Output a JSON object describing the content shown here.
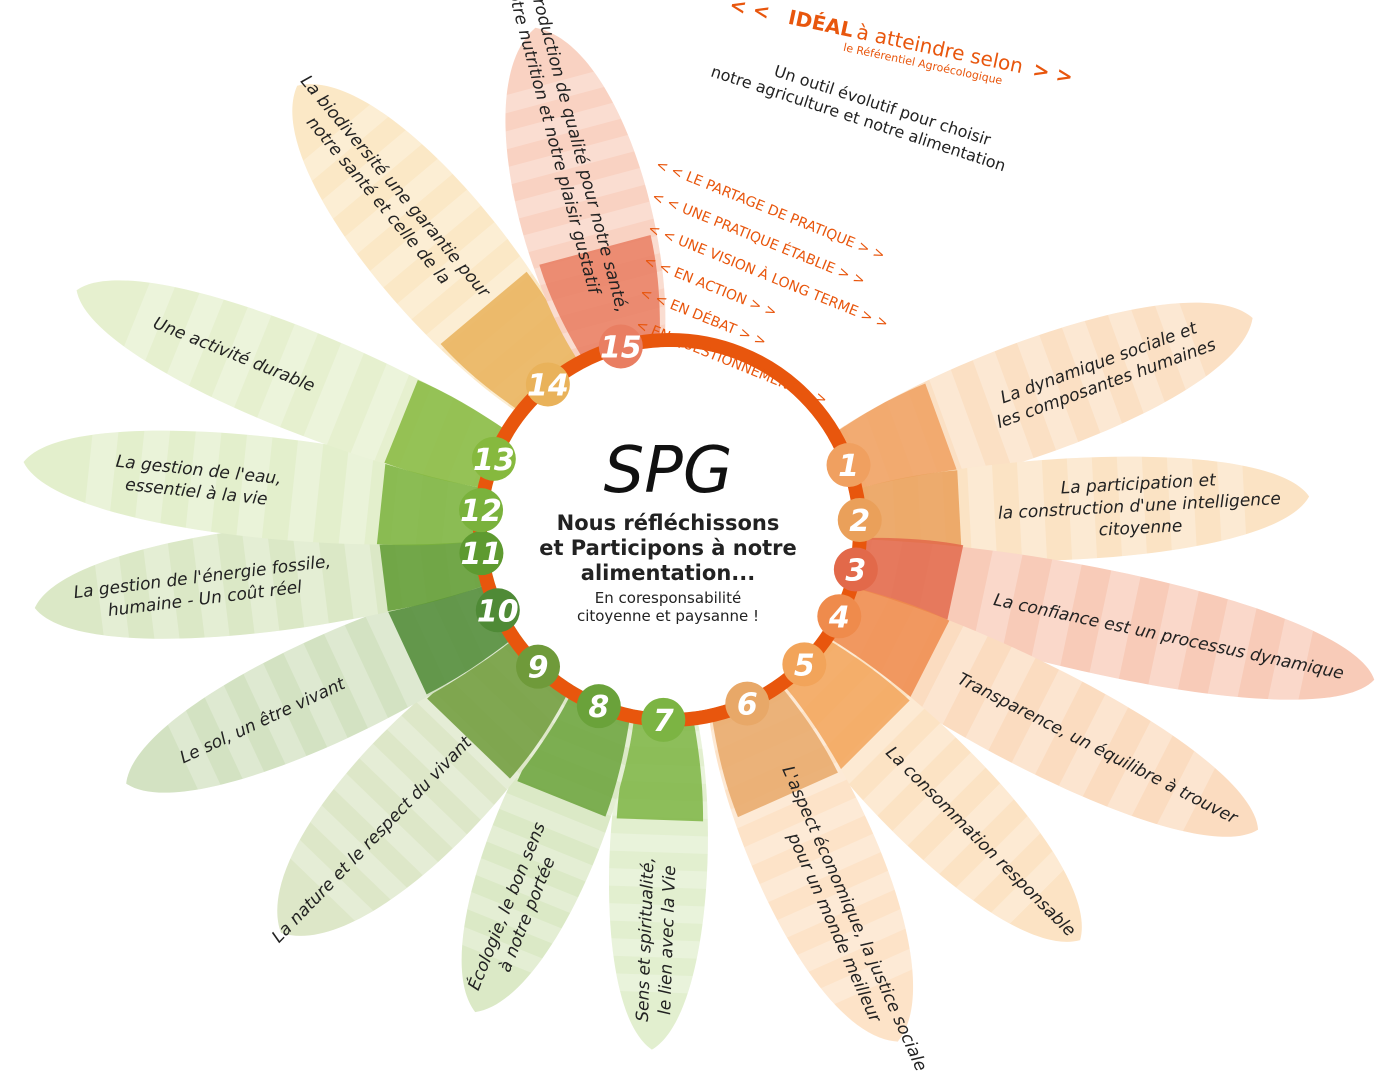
{
  "center": {
    "title": "SPG",
    "line1": "Nous réfléchissons",
    "line2": "et Participons à notre",
    "line3": "alimentation...",
    "line4": "En coresponsabilité",
    "line5": "citoyenne et paysanne !"
  },
  "ideal": {
    "open": "< <",
    "word": "IDÉAL",
    "rest": "à atteindre selon",
    "close": "> >",
    "sub": "le Référentiel Agroécologique",
    "tool_line1": "Un outil évolutif pour choisir",
    "tool_line2": "notre agriculture et notre alimentation"
  },
  "levels": [
    "< <  LE PARTAGE DE PRATIQUE  > >",
    "< <  UNE PRATIQUE ÉTABLIE  > >",
    "< < UNE VISION À LONG TERME > >",
    "< <  EN ACTION  > >",
    "< <  EN DÉBAT  > >",
    "< EN QUESTIONNEMENT  > >"
  ],
  "petals": [
    {
      "num": "1",
      "color": "#f0a060",
      "light": "#fbe0c4",
      "lines": [
        "La dynamique sociale et",
        "les composantes humaines"
      ]
    },
    {
      "num": "2",
      "color": "#eaa05a",
      "light": "#fbe3c4",
      "lines": [
        "La participation et",
        "la construction d'une intelligence",
        "citoyenne"
      ]
    },
    {
      "num": "3",
      "color": "#e2694a",
      "light": "#f8cbb8",
      "lines": [
        "La confiance est un processus dynamique"
      ]
    },
    {
      "num": "4",
      "color": "#ef8b4c",
      "light": "#fbdcc0",
      "lines": [
        "Transparence, un équilibre à trouver"
      ]
    },
    {
      "num": "5",
      "color": "#f2a45a",
      "light": "#fce3c4",
      "lines": [
        "La consommation responsable"
      ]
    },
    {
      "num": "6",
      "color": "#e8a868",
      "light": "#fde3c8",
      "lines": [
        "L'aspect économique, la justice sociale",
        "pour un monde meilleur"
      ]
    },
    {
      "num": "7",
      "color": "#7cb443",
      "light": "#e2efcf",
      "lines": [
        "Sens et spiritualité,",
        "le lien avec la Vie"
      ]
    },
    {
      "num": "8",
      "color": "#6aa23a",
      "light": "#dbe9c6",
      "lines": [
        "Écologie, le bon sens",
        "à notre portée"
      ]
    },
    {
      "num": "9",
      "color": "#6f9a3a",
      "light": "#dde7c8",
      "lines": [
        "La nature et le respect du vivant"
      ]
    },
    {
      "num": "10",
      "color": "#4f8a36",
      "light": "#d3e2c2",
      "lines": [
        "Le sol, un être vivant"
      ]
    },
    {
      "num": "11",
      "color": "#5e9a30",
      "light": "#dbe8c6",
      "lines": [
        "La gestion de l'énergie fossile,",
        "humaine - Un coût réel"
      ]
    },
    {
      "num": "12",
      "color": "#7ab23c",
      "light": "#e3efcc",
      "lines": [
        "La gestion de l'eau,",
        "essentiel à la vie"
      ]
    },
    {
      "num": "13",
      "color": "#86b93e",
      "light": "#e6f0cf",
      "lines": [
        "Une activité durable"
      ]
    },
    {
      "num": "14",
      "color": "#e9b25a",
      "light": "#fbe8c6",
      "lines": [
        "La biodiversité une garantie pour",
        "notre santé et celle de la"
      ]
    },
    {
      "num": "15",
      "color": "#e97e62",
      "light": "#f9d2c2",
      "lines": [
        "Une production de qualité pour notre santé,",
        "notre nutrition et notre plaisir gustatif"
      ]
    }
  ]
}
